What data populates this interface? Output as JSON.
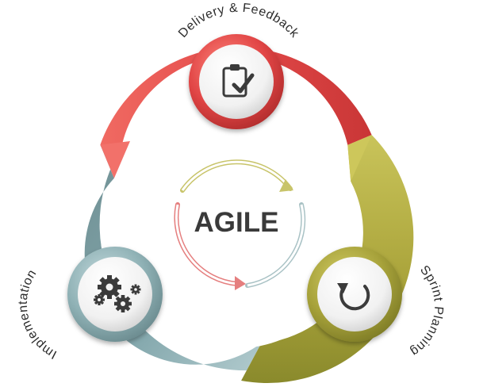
{
  "diagram": {
    "center_label": "AGILE",
    "stages": [
      {
        "label": "Delivery & Feedback",
        "icon": "clipboard-check-icon",
        "color": "#e04848"
      },
      {
        "label": "Sprint Planning",
        "icon": "refresh-cycle-icon",
        "color": "#a7a33a"
      },
      {
        "label": "Implementation",
        "icon": "gears-icon",
        "color": "#7fa3a8"
      }
    ]
  }
}
